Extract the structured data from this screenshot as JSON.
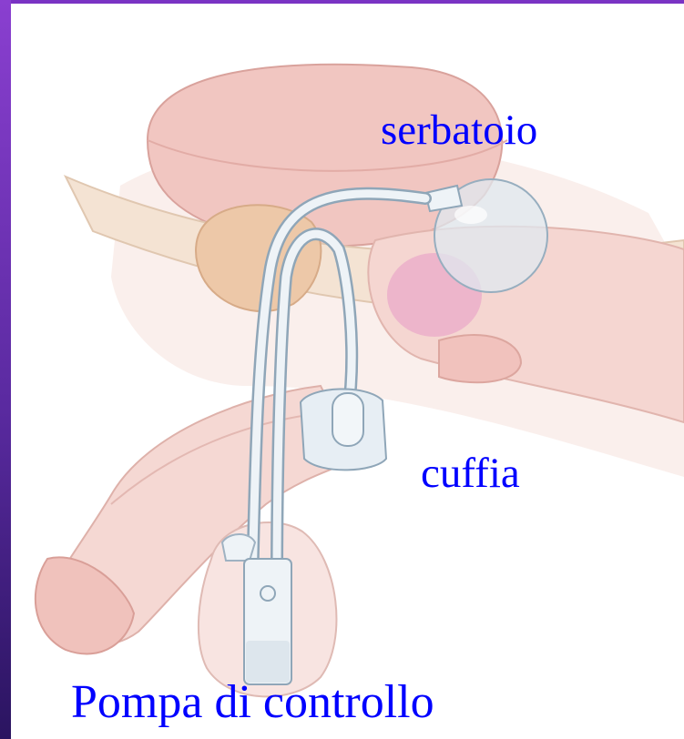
{
  "labels": {
    "reservoir": "serbatoio",
    "cuff": "cuffia",
    "pump": "Pompa di controllo"
  },
  "colors": {
    "label_text": "#0000ff",
    "frame_accent": "#7a33c4",
    "tissue": "#f3d4cf",
    "tissue_dark": "#e9b8b2",
    "device": "#e6edf3",
    "device_outline": "#8fa6b8"
  }
}
